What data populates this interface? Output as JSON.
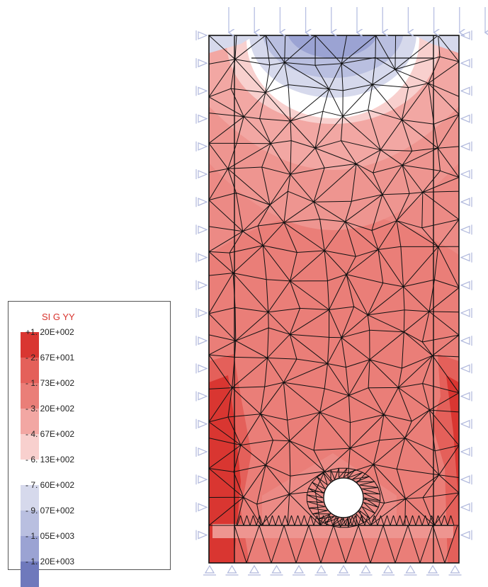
{
  "legend": {
    "title": "SI G YY",
    "levels": [
      {
        "label": "+1. 20E+002",
        "color": "#d93631"
      },
      {
        "label": "- 2. 67E+001",
        "color": "#e4605a"
      },
      {
        "label": "- 1. 73E+002",
        "color": "#ea7e78"
      },
      {
        "label": "- 3. 20E+002",
        "color": "#f2a7a3"
      },
      {
        "label": "- 4. 67E+002",
        "color": "#f8d0ce"
      },
      {
        "label": "- 6. 13E+002",
        "color": "#ffffff"
      },
      {
        "label": "- 7. 60E+002",
        "color": "#d6d9ec"
      },
      {
        "label": "- 9. 07E+002",
        "color": "#b9bfe0"
      },
      {
        "label": "- 1. 05E+003",
        "color": "#9ba3d3"
      },
      {
        "label": "- 1. 20E+003",
        "color": "#6f79bc"
      }
    ]
  },
  "model": {
    "top_load_arrow_count": 11,
    "side_support_count": 19,
    "bottom_support_count": 12,
    "colors": {
      "mesh": "#111111",
      "support": "#b0b8dc",
      "load_arrow": "#b7bfe2"
    }
  }
}
